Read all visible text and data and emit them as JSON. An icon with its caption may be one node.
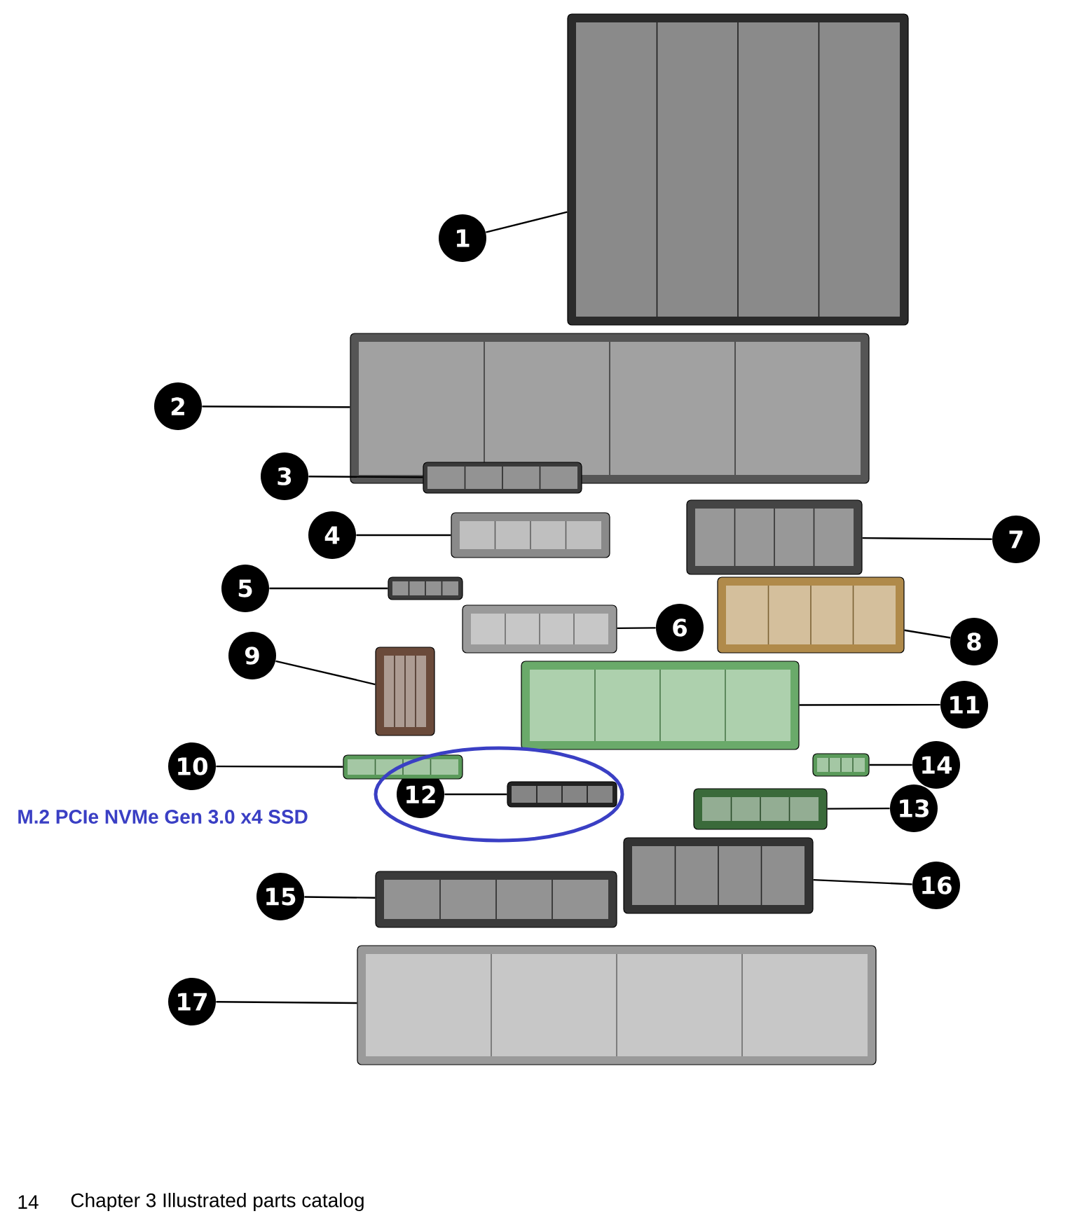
{
  "diagram": {
    "nodes": [
      {
        "text": [
          "1"
        ]
      },
      {
        "text": [
          "2"
        ]
      },
      {
        "text": [
          "3"
        ]
      },
      {
        "text": [
          "4"
        ]
      },
      {
        "text": [
          "5"
        ]
      },
      {
        "text": [
          "6"
        ]
      },
      {
        "text": [
          "7"
        ]
      },
      {
        "text": [
          "8"
        ]
      },
      {
        "text": [
          "9"
        ]
      },
      {
        "text": [
          "10"
        ]
      },
      {
        "text": [
          "11"
        ]
      },
      {
        "text": [
          "12"
        ]
      },
      {
        "text": [
          "13"
        ]
      },
      {
        "text": [
          "14"
        ]
      },
      {
        "text": [
          "15"
        ]
      },
      {
        "text": [
          "16"
        ]
      },
      {
        "text": [
          "17"
        ]
      },
      {
        "text": [],
        "shape": "picture"
      },
      {
        "text": [],
        "shape": "picture"
      },
      {
        "text": [],
        "shape": "picture"
      },
      {
        "text": [],
        "shape": "picture"
      },
      {
        "text": [],
        "shape": "picture"
      },
      {
        "text": [],
        "shape": "picture"
      },
      {
        "text": [],
        "shape": "picture"
      },
      {
        "text": [],
        "shape": "picture"
      },
      {
        "text": [],
        "shape": "picture"
      },
      {
        "text": [],
        "shape": "picture"
      },
      {
        "text": [],
        "shape": "picture"
      },
      {
        "text": [],
        "shape": "picture"
      },
      {
        "text": [],
        "shape": "picture"
      },
      {
        "text": [],
        "shape": "picture"
      },
      {
        "text": [],
        "shape": "picture"
      },
      {
        "text": [],
        "shape": "picture"
      },
      {
        "text": [],
        "shape": "picture"
      }
    ],
    "edges": [
      {
        "from": 0,
        "to": 17,
        "arrow": "none"
      },
      {
        "from": 1,
        "to": 18,
        "arrow": "none"
      },
      {
        "from": 2,
        "to": 19,
        "arrow": "none"
      },
      {
        "from": 3,
        "to": 20,
        "arrow": "none"
      },
      {
        "from": 4,
        "to": 21,
        "arrow": "none"
      },
      {
        "from": 5,
        "to": 22,
        "arrow": "none"
      },
      {
        "from": 6,
        "to": 23,
        "arrow": "none"
      },
      {
        "from": 7,
        "to": 24,
        "arrow": "none"
      },
      {
        "from": 8,
        "to": 25,
        "arrow": "none"
      },
      {
        "from": 9,
        "to": 26,
        "arrow": "none"
      },
      {
        "from": 10,
        "to": 27,
        "arrow": "none"
      },
      {
        "from": 11,
        "to": 28,
        "arrow": "none"
      },
      {
        "from": 12,
        "to": 29,
        "arrow": "none"
      },
      {
        "from": 13,
        "to": 30,
        "arrow": "none"
      },
      {
        "from": 14,
        "to": 31,
        "arrow": "none"
      },
      {
        "from": 15,
        "to": 32,
        "arrow": "none"
      },
      {
        "from": 16,
        "to": 33,
        "arrow": "none"
      }
    ],
    "labels": [
      "M.2 PCIe NVMe Gen 3.0 x4 SSD",
      "14",
      "Chapter 3 Illustrated parts catalog"
    ]
  }
}
